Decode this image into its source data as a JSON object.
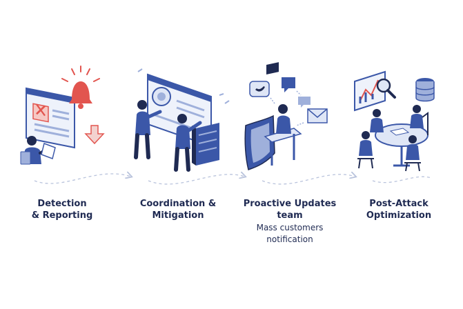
{
  "steps": [
    {
      "line1": "Detection",
      "line2": "& Reporting"
    },
    {
      "line1": "Coordination &",
      "line2": "Mitigation"
    },
    {
      "line1": "Proactive Updates",
      "line2": "team",
      "sub1": "Mass customers",
      "sub2": "notification"
    },
    {
      "line1": "Post-Attack",
      "line2": "Optimization"
    }
  ],
  "colors": {
    "primary": "#3b57a8",
    "light": "#dfe6f6",
    "alert": "#e2554f",
    "connector": "#b9c3dc"
  }
}
